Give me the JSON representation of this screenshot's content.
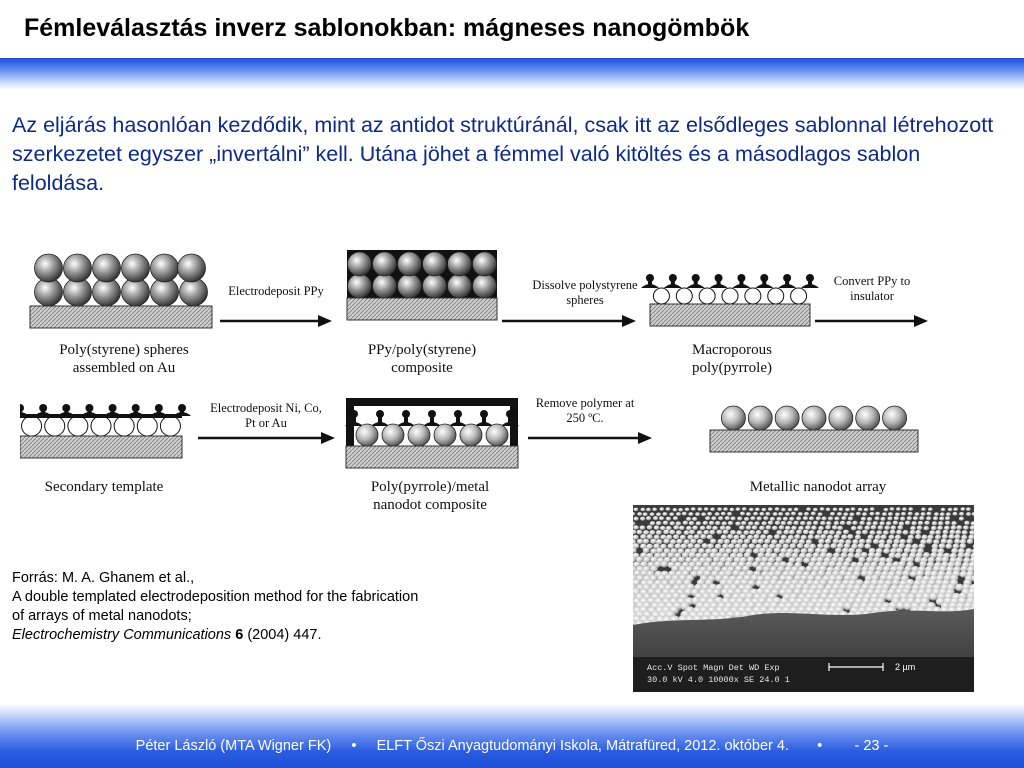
{
  "slide": {
    "title": "Fémleválasztás inverz sablonokban: mágneses nanogömbök",
    "intro": "Az eljárás hasonlóan kezdődik, mint az antidot struktúránál, csak itt az elsődleges sablonnal létrehozott szerkezetet egyszer „invertálni” kell. Utána jöhet a fémmel való kitöltés és a másodlagos sablon feloldása."
  },
  "figure": {
    "steps": [
      {
        "caption": [
          "Poly(styrene) spheres",
          "assembled on Au"
        ]
      },
      {
        "caption": [
          "PPy/poly(styrene)",
          "composite"
        ]
      },
      {
        "caption": [
          "Macroporous",
          "poly(pyrrole)"
        ]
      },
      {
        "caption": [
          "Secondary template"
        ]
      },
      {
        "caption": [
          "Poly(pyrrole)/metal",
          "nanodot composite"
        ]
      },
      {
        "caption": [
          "Metallic nanodot array"
        ]
      }
    ],
    "arrows": [
      {
        "label": [
          "Electrodeposit  PPy"
        ]
      },
      {
        "label": [
          "Dissolve polystyrene",
          "spheres"
        ]
      },
      {
        "label": [
          "Convert PPy to",
          "insulator"
        ]
      },
      {
        "label": [
          "Electrodeposit Ni, Co,",
          "Pt or Au"
        ]
      },
      {
        "label": [
          "Remove polymer at",
          "250 ºC."
        ]
      }
    ]
  },
  "source": {
    "line1": "Forrás:  M. A. Ghanem et al.,",
    "line2": "A double templated electrodeposition method for the fabrication",
    "line3": "of arrays of metal nanodots;",
    "journal": "Electrochemistry Communications",
    "volume": "6",
    "rest": " (2004) 447."
  },
  "sem": {
    "info_row1": "Acc.V   Spot Magn    Det   WD  Exp",
    "info_row2": "30.0 kV 4.0    10000x   SE    24.0  1",
    "scale": "2 µm"
  },
  "footer": {
    "text": "Péter László (MTA Wigner FK)     •     ELFT Őszi Anyagtudományi Iskola, Mátrafüred, 2012. október 4.       •        - 23 -"
  }
}
